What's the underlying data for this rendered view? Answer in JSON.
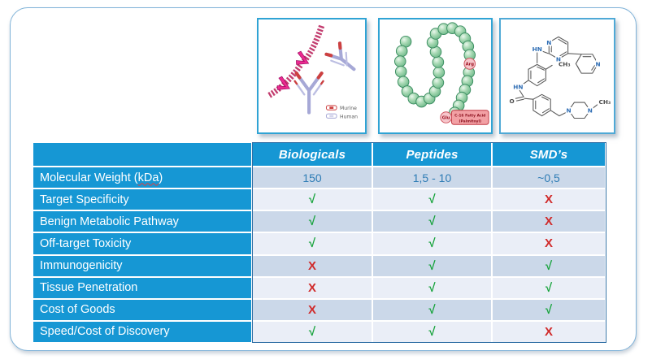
{
  "figures": {
    "biologicals": {
      "legend_murine": "Murine",
      "legend_human": "Human"
    },
    "peptides": {
      "arg": "Arg",
      "glu": "Glu",
      "tag_line1": "C-16 Fatty Acid",
      "tag_line2": "(Palmitoyl)"
    },
    "smd": {
      "atoms": {
        "n_pym_1": "N",
        "n_pym_2": "N",
        "n_pyr": "N",
        "hn_top": "HN",
        "hn_amide": "HN",
        "o": "O",
        "ch3_tol": "CH₃",
        "ch3_pip": "CH₃",
        "n_pip_1": "N",
        "n_pip_2": "N"
      }
    }
  },
  "chart_data": {
    "type": "table",
    "columns": [
      "Biologicals",
      "Peptides",
      "SMD’s"
    ],
    "rows": [
      {
        "label": "Molecular Weight (kDa)",
        "label_pre": "Molecular Weight (",
        "label_word": "kDa",
        "label_post": ")",
        "cells": [
          "150",
          "1,5 - 10",
          "~0,5"
        ]
      },
      {
        "label": "Target Specificity",
        "cells": [
          "√",
          "√",
          "X"
        ]
      },
      {
        "label": "Benign Metabolic Pathway",
        "cells": [
          "√",
          "√",
          "X"
        ]
      },
      {
        "label": "Off-target Toxicity",
        "cells": [
          "√",
          "√",
          "X"
        ]
      },
      {
        "label": "Immunogenicity",
        "cells": [
          "X",
          "√",
          "√"
        ]
      },
      {
        "label": "Tissue Penetration",
        "cells": [
          "X",
          "√",
          "√"
        ]
      },
      {
        "label": "Cost of Goods",
        "cells": [
          "X",
          "√",
          "√"
        ]
      },
      {
        "label": "Speed/Cost of Discovery",
        "cells": [
          "√",
          "√",
          "X"
        ]
      }
    ]
  },
  "colors": {
    "header_blue": "#1697d4",
    "row_dark": "#cbd8e9",
    "row_light": "#eaeef7",
    "check_green": "#17a33c",
    "cross_red": "#d02a2a",
    "value_blue": "#2e7cb5"
  }
}
